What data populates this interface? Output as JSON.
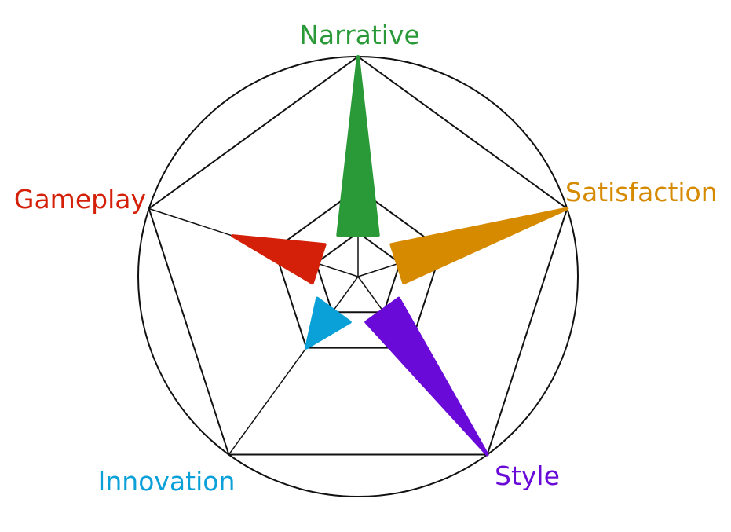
{
  "chart_data": {
    "type": "radar",
    "categories": [
      "Narrative",
      "Satisfaction",
      "Style",
      "Innovation",
      "Gameplay"
    ],
    "values": [
      5,
      5,
      5,
      2,
      3
    ],
    "scale_max": 5,
    "rings": [
      1,
      2,
      5
    ],
    "outer_circle": true,
    "grid": true,
    "colors": {
      "Narrative": "#2a9a38",
      "Satisfaction": "#d68a00",
      "Style": "#6a0ad8",
      "Innovation": "#0aa0d8",
      "Gameplay": "#d42008"
    },
    "grid_color": "#111111"
  }
}
